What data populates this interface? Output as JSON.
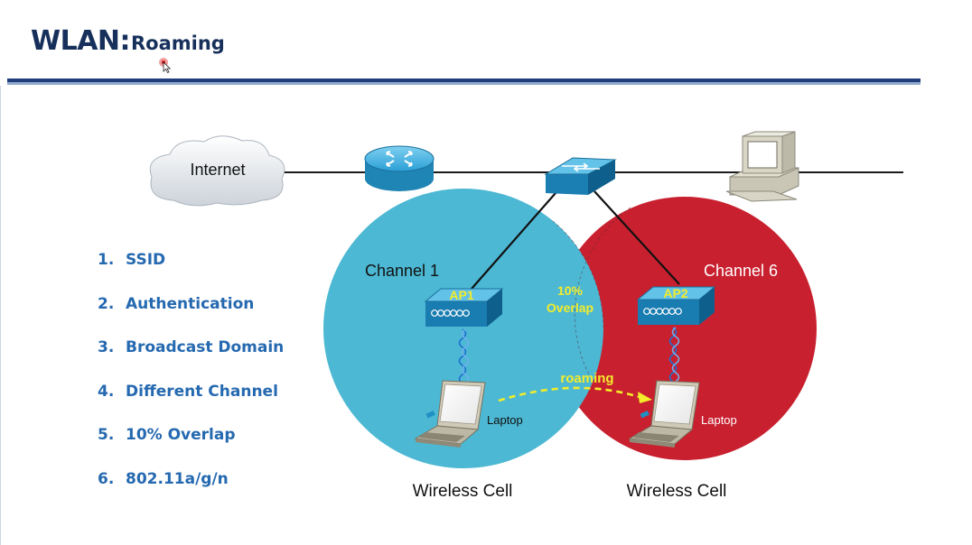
{
  "slide": {
    "title": "WLAN:",
    "subtitle": "Roaming"
  },
  "list": {
    "items": [
      {
        "number": "1.",
        "text": "SSID"
      },
      {
        "number": "2.",
        "text": "Authentication"
      },
      {
        "number": "3.",
        "text": "Broadcast Domain"
      },
      {
        "number": "4.",
        "text": "Different Channel"
      },
      {
        "number": "5.",
        "text": "10% Overlap"
      },
      {
        "number": "6.",
        "text": "802.11a/g/n"
      }
    ]
  },
  "diagram": {
    "internet_label": "Internet",
    "cell_left": {
      "channel": "Channel 1",
      "ap": "AP1",
      "device": "Laptop",
      "caption": "Wireless Cell"
    },
    "cell_right": {
      "channel": "Channel 6",
      "ap": "AP2",
      "device": "Laptop",
      "caption": "Wireless Cell"
    },
    "overlap_percent": "10%",
    "overlap_word": "Overlap",
    "roaming_label": "roaming",
    "colors": {
      "title": "#17305b",
      "list": "#2569b0",
      "cell_left": "#4cb8d3",
      "cell_right": "#c8202f",
      "device_blue": "#1f8fc4",
      "highlight_yellow": "#f2ec2b"
    },
    "icons": [
      "cloud-icon",
      "router-icon",
      "switch-icon",
      "desktop-pc-icon",
      "access-point-icon",
      "laptop-icon",
      "wireless-link-icon"
    ]
  }
}
